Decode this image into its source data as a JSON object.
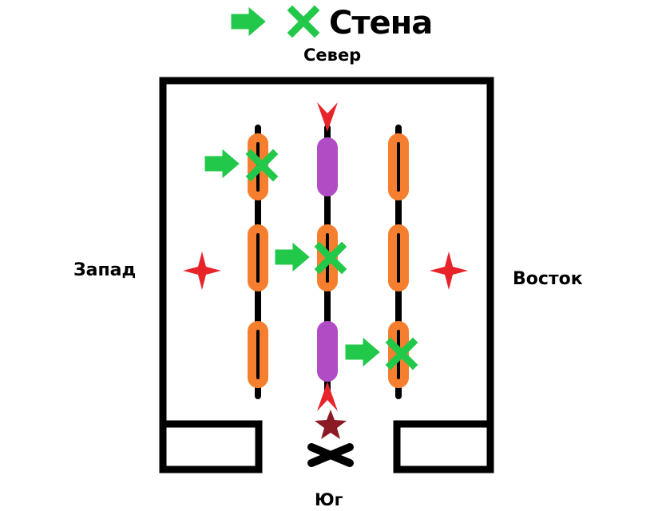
{
  "legend": {
    "label": "Стена",
    "icon": "green-arrow-cross-icon"
  },
  "directions": {
    "north": "Север",
    "south": "Юг",
    "west": "Запад",
    "east": "Восток"
  },
  "colors": {
    "wall": "#000000",
    "orange": "#f57f2f",
    "purple": "#b14dc4",
    "green": "#22c84a",
    "red": "#e8242b",
    "dark_red": "#8b1a24",
    "background": "#ffffff"
  }
}
